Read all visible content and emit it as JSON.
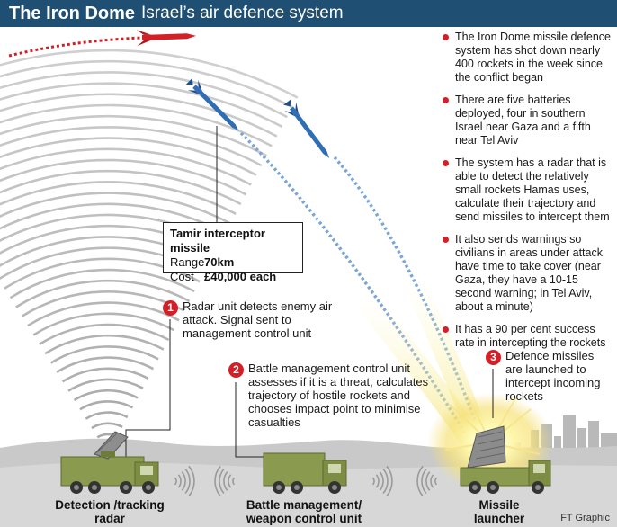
{
  "header": {
    "title": "The Iron Dome",
    "subtitle": "Israel’s air defence system"
  },
  "facts": [
    "The Iron Dome missile defence system has shot down nearly 400 rockets in the week since the conflict began",
    "There are five batteries deployed, four in southern Israel near Gaza and a fifth near Tel Aviv",
    "The system has a radar that is able to detect the relatively small rockets Hamas uses, calculate their trajectory and send missiles to intercept them",
    "It also sends warnings so civilians in  areas under attack have time to take cover (near Gaza, they have a 10-15 second warning; in Tel Aviv, about a minute)",
    "It has a 90 per cent success rate in intercepting the rockets"
  ],
  "interceptor": {
    "title": "Tamir interceptor missile",
    "range_label": "Range",
    "range_value": "70km",
    "cost_label": "Cost",
    "cost_value": "£40,000 each"
  },
  "steps": [
    {
      "number": "1",
      "text": "Radar unit detects enemy air attack. Signal sent to management control unit"
    },
    {
      "number": "2",
      "text": "Battle management control unit assesses if it is a threat, calculates trajectory of hostile rockets and chooses impact point to minimise casualties"
    },
    {
      "number": "3",
      "text": "Defence missiles are launched to intercept incoming rockets"
    }
  ],
  "units": {
    "radar": "Detection /tracking radar",
    "battle_management": "Battle management/ weapon control unit",
    "launcher": "Missile launcher"
  },
  "credit": "FT Graphic",
  "colors": {
    "header_bg": "#1f4f72",
    "accent_red": "#d32027",
    "radar_wave": "#a9a9a9",
    "truck_green": "#8a9a4e",
    "interceptor_blue": "#2f6db5",
    "ground": "#c4c4c4"
  }
}
